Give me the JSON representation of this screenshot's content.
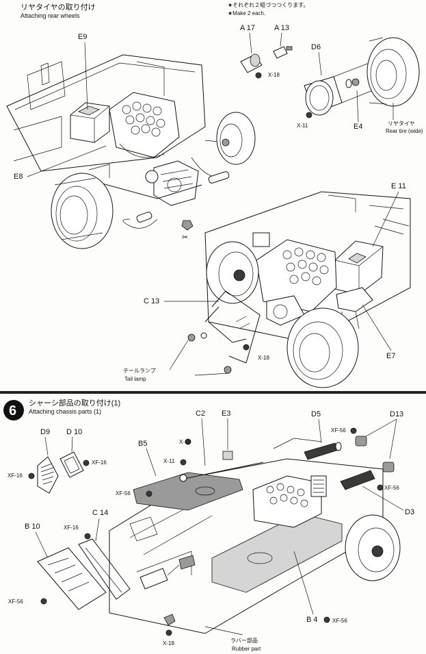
{
  "top_section": {
    "title_jp": "リヤタイヤの取り付け",
    "title_en": "Attaching rear wheels",
    "note_jp": "★それぞれ２組づつつくります。",
    "note_en": "★Make 2 each.",
    "labels": {
      "e9": "E9",
      "e8": "E8",
      "a17": "A 17",
      "a13": "A 13",
      "x18a": "X-18",
      "d6": "D6",
      "x11": "X-11",
      "e4": "E4",
      "rear_tire_jp": "リヤタイヤ",
      "rear_tire_en": "Rear tire (wide)",
      "e11": "E 11",
      "c13": "C 13",
      "x18b": "X-18",
      "e7": "E7",
      "tail_lamp_jp": "テールランプ",
      "tail_lamp_en": "Tail lamp"
    }
  },
  "bottom_section": {
    "step_number": "6",
    "title_jp": "シャーシ部品の取り付け(1)",
    "title_en": "Attaching chassis parts (1)",
    "labels": {
      "d9": "D9",
      "d10": "D 10",
      "xf16a": "XF-16",
      "xf16b": "XF-16",
      "b10": "B 10",
      "xf16c": "XF-16",
      "c14": "C 14",
      "xf56a": "XF-56",
      "b5": "B5",
      "xf56b": "XF-56",
      "x11": "X-11",
      "x18a": "X-18",
      "c2": "C2",
      "e3": "E3",
      "d5": "D5",
      "xf56c": "XF-56",
      "d13": "D13",
      "xf56d": "XF-56",
      "d3": "D3",
      "b4": "B 4",
      "xf56e": "XF-56",
      "x18b": "X-18",
      "rubber_jp": "ラバー部品",
      "rubber_en": "Rubber part"
    }
  }
}
